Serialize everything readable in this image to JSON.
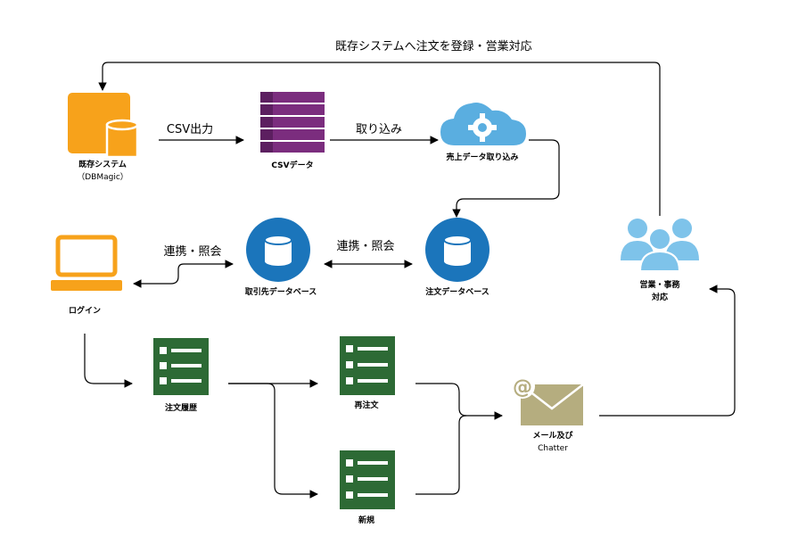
{
  "edge_labels": {
    "top_loop": "既存システムへ注文を登録・営業対応",
    "csv_out": "CSV出力",
    "import": "取り込み",
    "link_left": "連携・照会",
    "link_right": "連携・照会"
  },
  "nodes": {
    "legacy": {
      "label1": "既存システム",
      "label2": "（DBMagic）",
      "icon": "server-database-icon",
      "color": "#f7a21b"
    },
    "csv": {
      "label": "CSVデータ",
      "icon": "table-icon",
      "color": "#7b2d7e"
    },
    "sales_import": {
      "label": "売上データ取り込み",
      "icon": "cloud-gear-icon",
      "color": "#5aaee0"
    },
    "client_db": {
      "label": "取引先データベース",
      "icon": "database-icon",
      "color": "#1b75bb"
    },
    "order_db": {
      "label": "注文データベース",
      "icon": "database-icon",
      "color": "#1b75bb"
    },
    "login": {
      "label": "ログイン",
      "icon": "laptop-icon",
      "color": "#f7a21b"
    },
    "staff": {
      "label1": "営業・事務",
      "label2": "対応",
      "icon": "users-icon",
      "color": "#7ec3ea"
    },
    "history": {
      "label": "注文履歴",
      "icon": "list-icon",
      "color": "#2d6a35"
    },
    "reorder": {
      "label": "再注文",
      "icon": "list-icon",
      "color": "#2d6a35"
    },
    "new": {
      "label": "新規",
      "icon": "list-icon",
      "color": "#2d6a35"
    },
    "mail": {
      "label1": "メール及び",
      "label2": "Chatter",
      "icon": "mail-at-icon",
      "color": "#b5ad7f"
    }
  }
}
